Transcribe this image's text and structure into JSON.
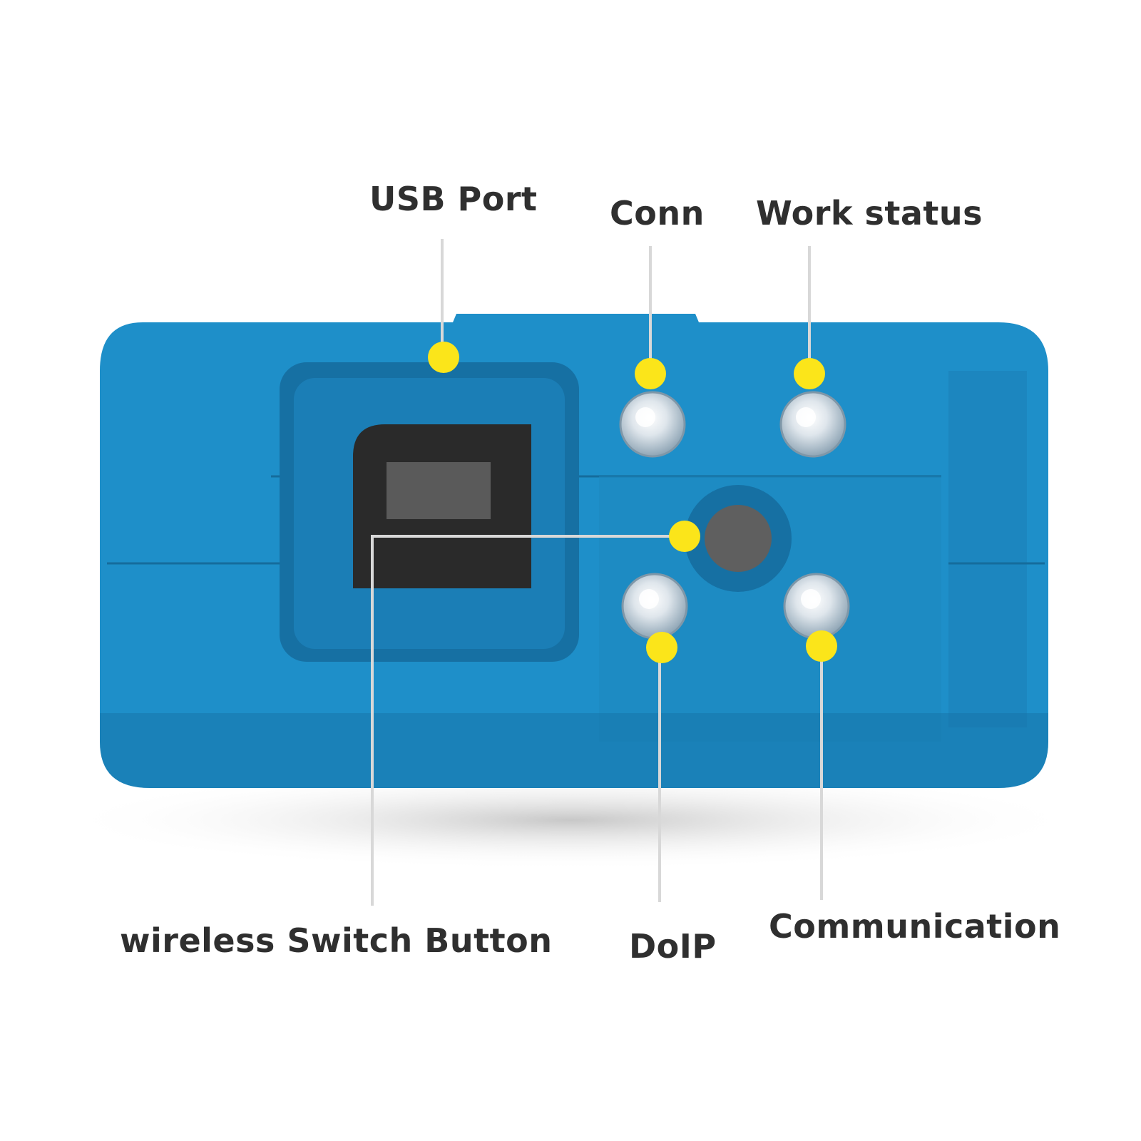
{
  "colors": {
    "device_blue": "#1e8fc9",
    "device_blue_dark": "#1670a3",
    "marker_yellow": "#fbe51a",
    "leader_line": "#cfcfcf",
    "label_text": "#2f2f2f"
  },
  "labels": {
    "usb_port": "USB Port",
    "conn": "Conn",
    "work_status": "Work status",
    "wireless_switch_button": "wireless Switch Button",
    "doip": "DoIP",
    "communication": "Communication"
  }
}
